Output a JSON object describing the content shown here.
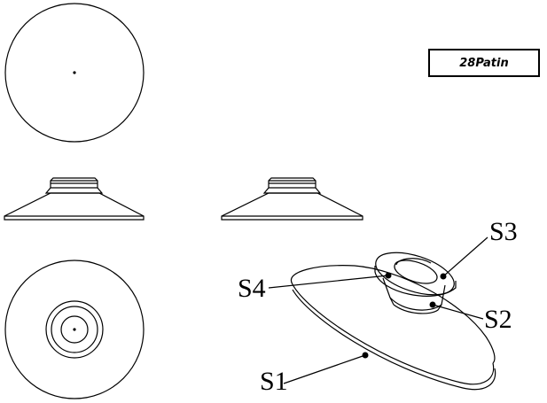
{
  "title": "28Patin",
  "labels": {
    "s1": "S1",
    "s2": "S2",
    "s3": "S3",
    "s4": "S4"
  },
  "colors": {
    "line": "#000000",
    "background": "#ffffff"
  }
}
